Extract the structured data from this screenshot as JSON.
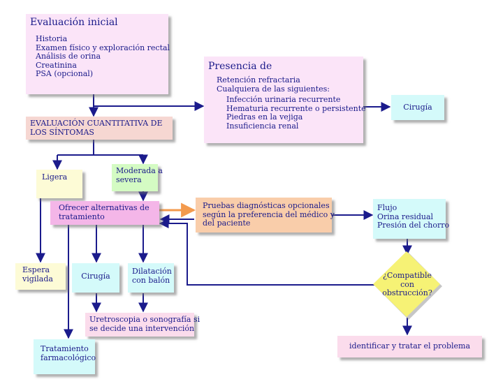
{
  "colors": {
    "line": "#1b1b8c",
    "pink_lavender": "#fbe4f8",
    "salmon": "#f6d7d2",
    "cream": "#fdfbd6",
    "green": "#d4fbc3",
    "magenta": "#f4b6e8",
    "orange": "#f9cdaa",
    "cyan": "#d4fafa",
    "yellow": "#f6f275",
    "rose": "#fbdcec",
    "text": "#1a1a8a"
  },
  "evaluacion_inicial": {
    "title": "Evaluación inicial",
    "items": [
      "Historia",
      "Examen físico y exploración rectal",
      "Análisis de orina",
      "Creatinina",
      "PSA (opcional)"
    ]
  },
  "presencia": {
    "title": "Presencia de",
    "line1": "Retención refractaria",
    "line2": "Cualquiera de las siguientes:",
    "sub": [
      "Infección urinaria recurrente",
      "Hematuria recurrente o persistente",
      "Piedras en la vejiga",
      "Insuficiencia renal"
    ]
  },
  "cirugia_top": "Cirugía",
  "evaluacion_cuantitativa": [
    "EVALUACIÓN CUANTITATIVA DE",
    "LOS SÍNTOMAS"
  ],
  "ligera": "Ligera",
  "moderada": [
    "Moderada a",
    "severa"
  ],
  "ofrecer": [
    "Ofrecer alternativas de",
    "tratamiento"
  ],
  "pruebas": [
    "Pruebas diagnósticas opcionales",
    "según la preferencia del médico y",
    "del paciente"
  ],
  "flujo": [
    "Flujo",
    "Orina residual",
    "Presión del chorro"
  ],
  "compatible": [
    "¿Compatible",
    "con",
    "obstrucción?"
  ],
  "espera": [
    "Espera",
    "vigilada"
  ],
  "cirugia_mid": "Cirugía",
  "dilatacion": [
    "Dilatación",
    "con balón"
  ],
  "uretroscopia": [
    "Uretroscopia o sonografía si",
    "se decide una intervención"
  ],
  "tratamiento": [
    "Tratamiento",
    "farmacológico"
  ],
  "identificar": "identificar y tratar el problema"
}
